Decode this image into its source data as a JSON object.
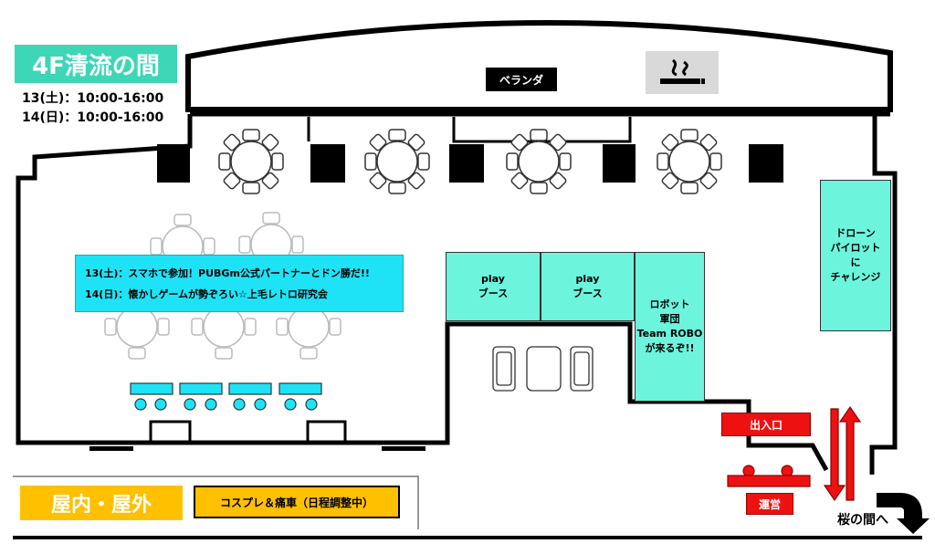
{
  "header": {
    "title": "4F清流の間",
    "hours": [
      "13(土)：10:00-16:00",
      "14(日)：10:00-16:00"
    ]
  },
  "labels": {
    "veranda": "ベランダ",
    "entrance": "出入口",
    "staff": "運営",
    "to_sakura": "桜の間へ",
    "indoor_outdoor": "屋内・屋外",
    "cosplay": "コスプレ＆痛車（日程調整中）"
  },
  "events": {
    "day13": "13(土)：スマホで参加！PUBGm公式パートナーとドン勝だ!!",
    "day14": "14(日)：懐かしゲームが勢ぞろい☆上毛レトロ研究会"
  },
  "booths": {
    "play1": "play\nブース",
    "play2": "play\nブース",
    "robot": "ロボット\n軍団\nTeam ROBO\nが来るぞ!!",
    "drone": "ドローン\nパイロット\nに\nチャレンジ"
  },
  "icons": {
    "smoking": "smoking-icon",
    "arrow": "turn-arrow-icon"
  },
  "colors": {
    "title_badge": "#3dd6b6",
    "booth": "#6cf5dc",
    "event_banner": "#1ee3f6",
    "entrance": "#ee1111",
    "outdoor": "#ffc000"
  }
}
